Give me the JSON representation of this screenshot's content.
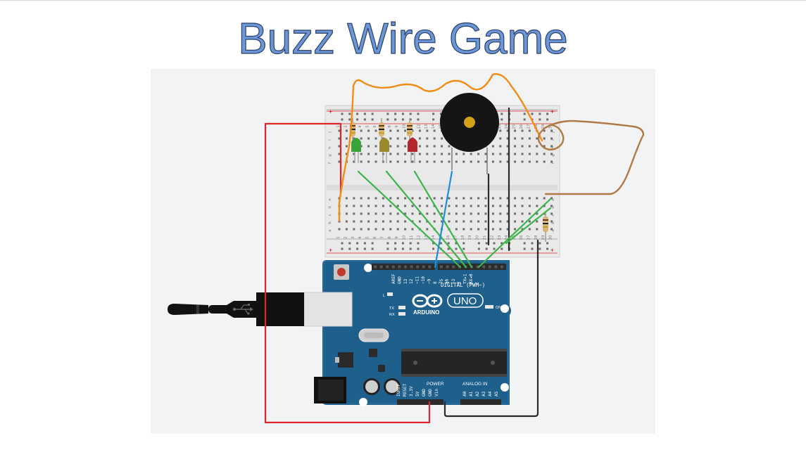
{
  "title": "Buzz Wire Game",
  "board": {
    "uno_label": "UNO",
    "arduino_label": "ARDUINO",
    "digital_label": "DIGITAL (PWM~)",
    "power_label": "POWER",
    "analog_label": "ANALOG IN",
    "on_label": "ON",
    "tx_label": "TX",
    "rx_label": "RX",
    "l_label": "L",
    "digital_pins": [
      "AREF",
      "GND",
      "13",
      "12",
      "~11",
      "~10",
      "~9",
      "8",
      "7",
      "~6",
      "~5",
      "4",
      "~3",
      "2",
      "TX▸1",
      "RX◂0"
    ],
    "power_pins": [
      "IOREF",
      "RESET",
      "3.3V",
      "5V",
      "GND",
      "GND",
      "Vin"
    ],
    "analog_pins": [
      "A0",
      "A1",
      "A2",
      "A3",
      "A4",
      "A5"
    ]
  },
  "breadboard": {
    "row_letters_top": [
      "j",
      "i",
      "h",
      "g",
      "f"
    ],
    "row_letters_bottom": [
      "e",
      "d",
      "c",
      "b",
      "a"
    ],
    "col_numbers": [
      "1",
      "2",
      "3",
      "4",
      "5",
      "6",
      "7",
      "8",
      "9",
      "10",
      "11",
      "12",
      "13",
      "14",
      "15",
      "16",
      "17",
      "18",
      "19",
      "20",
      "21",
      "22",
      "23",
      "24",
      "25",
      "26",
      "27",
      "28",
      "29",
      "30"
    ]
  },
  "colors": {
    "title": "#6b96d8",
    "wire_red": "#e0262b",
    "wire_orange": "#f28c13",
    "wire_green": "#3cb44b",
    "wire_blue": "#1e8fd6",
    "wire_black": "#2b2b2b",
    "wire_brown": "#b07a45",
    "board_blue": "#1f5f8b",
    "led_green": "#3aa338",
    "led_yellow": "#9a8a2c",
    "led_red": "#b3262a"
  },
  "icons": {
    "usb": "usb-icon",
    "arduino_logo": "arduino-infinity-logo"
  }
}
